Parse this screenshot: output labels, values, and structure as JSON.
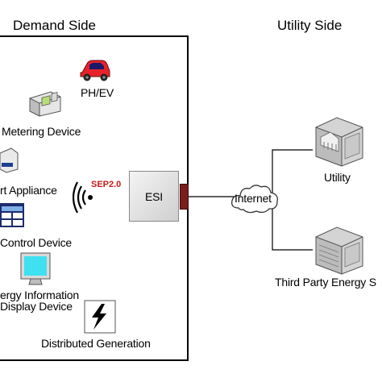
{
  "sections": {
    "demand_title": "Demand Side",
    "utility_title": "Utility Side"
  },
  "devices": {
    "phev": "PH/EV",
    "metering": "Metering Device",
    "appliance": "rt Appliance",
    "control": "Control Device",
    "energy_info_1": "ergy Information",
    "energy_info_2": "Display Device",
    "generation": "Distributed Generation"
  },
  "hub": {
    "esi": "ESI",
    "protocol": "SEP2.0",
    "internet": "Internet"
  },
  "remote": {
    "utility": "Utility",
    "third_party": "Third Party Energy S"
  },
  "colors": {
    "sep_text": "#cc1b1b",
    "car": "#e8222a",
    "monitor_screen": "#3fe0f0"
  },
  "icons": [
    "car-icon",
    "meter-icon",
    "appliance-icon",
    "wireless-icon",
    "control-panel-icon",
    "monitor-icon",
    "lightning-icon",
    "cloud-icon",
    "server-icon"
  ]
}
